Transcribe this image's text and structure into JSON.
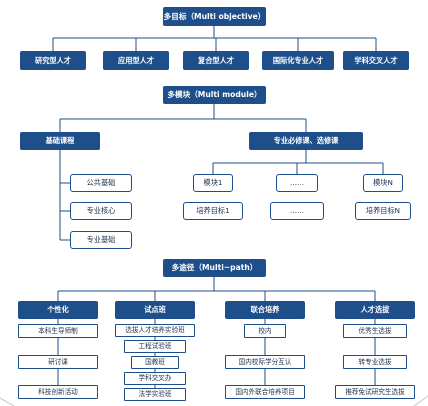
{
  "colors": {
    "dark": "#1f4f8a",
    "line": "#1f4f8a",
    "text": "#1a2f4d"
  },
  "root": {
    "label": "多目标（Multi objective）"
  },
  "objectives": [
    "研究型人才",
    "应用型人才",
    "复合型人才",
    "国际化专业人才",
    "学科交叉人才"
  ],
  "module": {
    "label": "多模块（Multi module）",
    "basic": {
      "label": "基础课程",
      "items": [
        "公共基础",
        "专业核心",
        "专业基础"
      ]
    },
    "major": {
      "label": "专业必修课、选修课",
      "modules": [
        "模块1",
        "……",
        "模块N"
      ],
      "goals": [
        "培养目标1",
        "……",
        "培养目标N"
      ]
    }
  },
  "path": {
    "label": "多途径（Multi~path）",
    "columns": [
      {
        "label": "个性化",
        "items": [
          "本科生导师制",
          "研讨课",
          "科技创新活动"
        ]
      },
      {
        "label": "试点班",
        "items": [
          "选拔人才培养实验班",
          "工程试验班",
          "国教班",
          "学科交叉办",
          "法学实验班"
        ]
      },
      {
        "label": "联合培养",
        "items": [
          "校内",
          "国内校际学分互认",
          "国内外联合培养项目"
        ]
      },
      {
        "label": "人才选拔",
        "items": [
          "优秀生选拔",
          "转专业选拔",
          "推荐免试研究生选拔"
        ]
      }
    ]
  }
}
